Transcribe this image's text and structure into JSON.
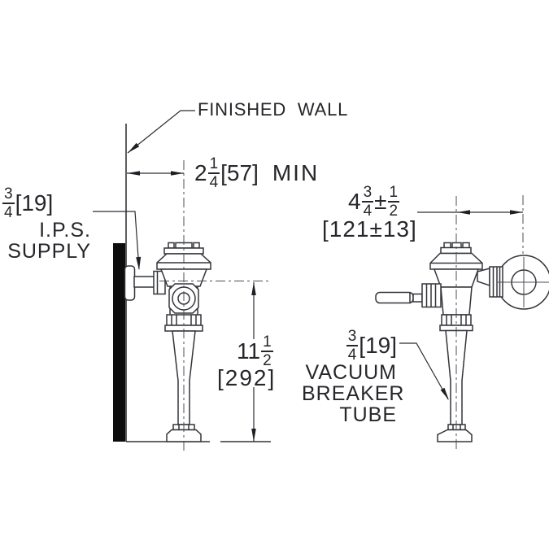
{
  "colors": {
    "background": "#ffffff",
    "line": "#33353a",
    "text": "#26262b",
    "wall_fill": "#0d0d0d",
    "centerline": "#4a4c52"
  },
  "labels": {
    "finished_wall": "FINISHED  WALL",
    "ips_supply": {
      "frac_num": "3",
      "frac_den": "4",
      "bracket": "[19]",
      "line2": "I.P.S.",
      "line3": "SUPPLY"
    },
    "vacuum_breaker": {
      "frac_num": "3",
      "frac_den": "4",
      "bracket": "[19]",
      "line2": "VACUUM",
      "line3": "BREAKER",
      "line4": "TUBE"
    }
  },
  "dimensions": {
    "wall_to_centerline": {
      "whole": "2",
      "frac_num": "1",
      "frac_den": "4",
      "bracket": "[57]",
      "suffix": "MIN"
    },
    "centerline_spread": {
      "whole": "4",
      "frac_num": "3",
      "frac_den": "4",
      "plus_minus": "±",
      "tol_num": "1",
      "tol_den": "2",
      "bracket": "[121±13]"
    },
    "mounting_height": {
      "whole": "11",
      "frac_num": "1",
      "frac_den": "2",
      "bracket": "[292]"
    }
  }
}
